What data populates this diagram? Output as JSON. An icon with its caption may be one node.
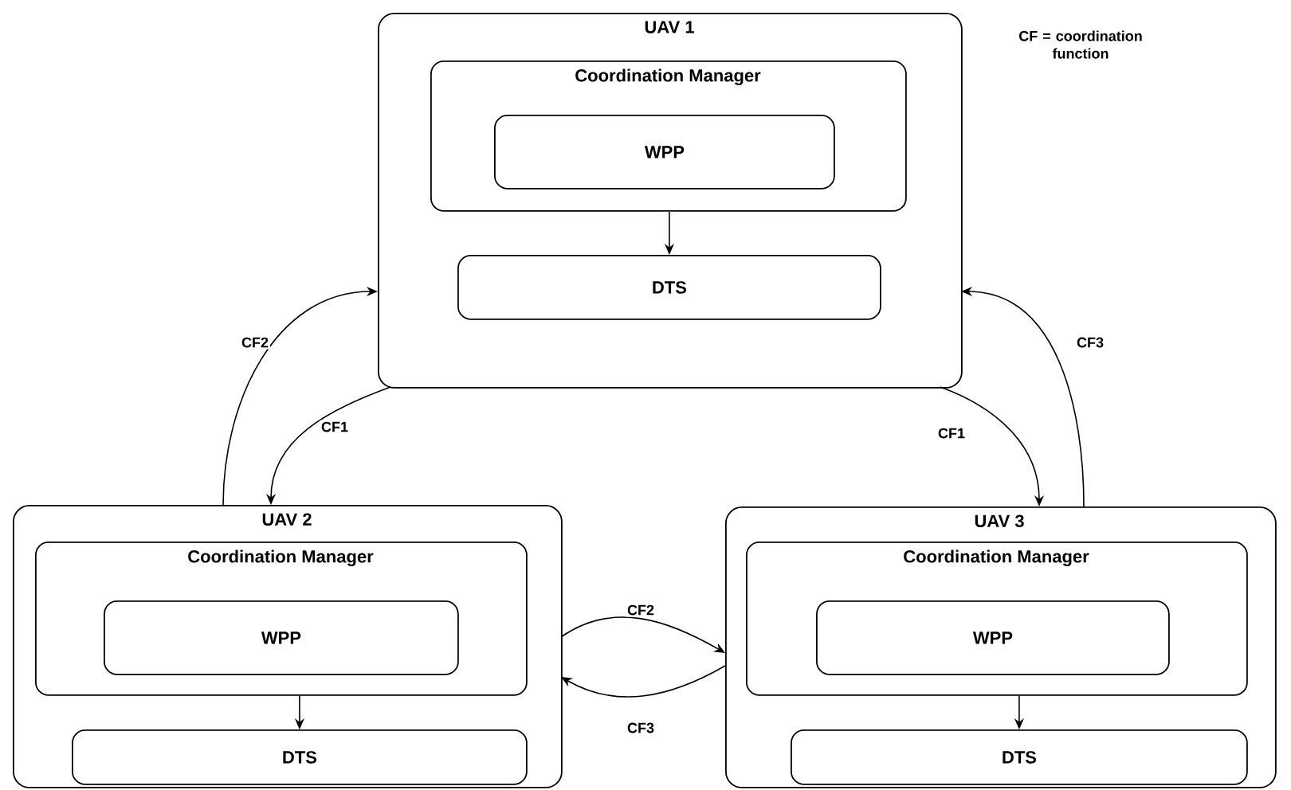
{
  "diagram": {
    "nodes": [
      {
        "text": [
          "UAV 1"
        ]
      },
      {
        "text": [
          "Coordination Manager"
        ],
        "in": 0
      },
      {
        "text": [
          "WPP"
        ],
        "in": 1
      },
      {
        "text": [
          "DTS"
        ],
        "in": 0
      },
      {
        "text": [
          "UAV 2"
        ]
      },
      {
        "text": [
          "Coordination Manager"
        ],
        "in": 4
      },
      {
        "text": [
          "WPP"
        ],
        "in": 5
      },
      {
        "text": [
          "DTS"
        ],
        "in": 4
      },
      {
        "text": [
          "UAV 3"
        ]
      },
      {
        "text": [
          "Coordination Manager"
        ],
        "in": 8
      },
      {
        "text": [
          "WPP"
        ],
        "in": 9
      },
      {
        "text": [
          "DTS"
        ],
        "in": 8
      }
    ],
    "edges": [
      {
        "from": 1,
        "to": 3,
        "arrow": "to"
      },
      {
        "from": 5,
        "to": 7,
        "arrow": "to"
      },
      {
        "from": 9,
        "to": 11,
        "arrow": "to"
      },
      {
        "from": 4,
        "to": 0,
        "arrow": "to",
        "label": "CF2"
      },
      {
        "from": 0,
        "to": 4,
        "arrow": "to",
        "label": "CF1"
      },
      {
        "from": 0,
        "to": 8,
        "arrow": "to",
        "label": "CF1"
      },
      {
        "from": 8,
        "to": 0,
        "arrow": "to",
        "label": "CF3"
      },
      {
        "from": 4,
        "to": 8,
        "arrow": "to",
        "label": "CF2"
      },
      {
        "from": 8,
        "to": 4,
        "arrow": "to",
        "label": "CF3"
      }
    ],
    "labels": [
      "CF = coordination function"
    ]
  }
}
